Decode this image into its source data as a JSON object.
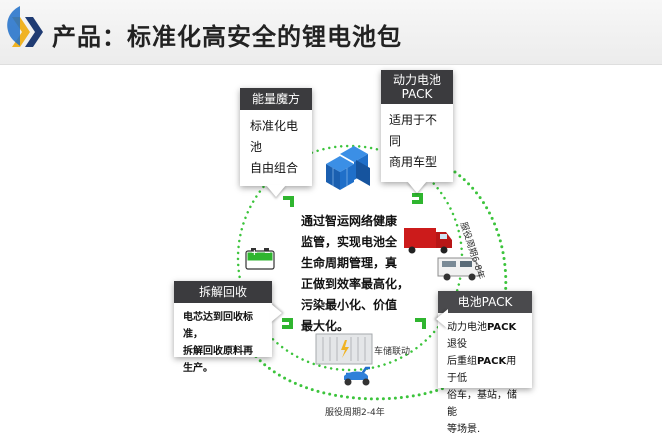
{
  "header": {
    "title": "产品：标准化高安全的锂电池包"
  },
  "cards": {
    "energy_cube": {
      "title": "能量魔方",
      "lines": [
        "标准化电池",
        "自由组合"
      ]
    },
    "power_pack": {
      "title_lines": [
        "动力电池",
        "PACK"
      ],
      "lines": [
        "适用于不同",
        "商用车型"
      ]
    },
    "battery_pack": {
      "title": "电池PACK",
      "lines": [
        [
          {
            "t": "动力电池"
          },
          {
            "t": "PACK",
            "b": true
          },
          {
            "t": "退役"
          }
        ],
        [
          {
            "t": "后重组"
          },
          {
            "t": "PACK",
            "b": true
          },
          {
            "t": "用于低"
          }
        ],
        [
          {
            "t": "俗车，基站，储能"
          }
        ],
        [
          {
            "t": "等场景."
          }
        ]
      ]
    },
    "recycle": {
      "title": "拆解回收",
      "lines": [
        "电芯达到回收标准，",
        "拆解回收原料再",
        "生产。"
      ]
    }
  },
  "center": {
    "lines": [
      "通过智运网络健康",
      "监管，实现电池全",
      "生命周期管理，真",
      "正做到效率最高化，",
      "污染最小化、价值",
      "最大化。"
    ]
  },
  "labels": {
    "service_6_8": "服役周期6-8年",
    "service_2_4": "服役周期2-4年",
    "storage_link": "车储联动"
  },
  "battery_icon": {
    "plus": "+",
    "minus": "−"
  },
  "colors": {
    "accent_green": "#2fb52f",
    "ring_green": "#3cc43c",
    "card_header": "#3b3b3e",
    "truck_red": "#cc1b1b",
    "cube_blue": "#1f6fc9",
    "chevron_gold": "#f0b323",
    "chevron_navy": "#1f3b73"
  }
}
